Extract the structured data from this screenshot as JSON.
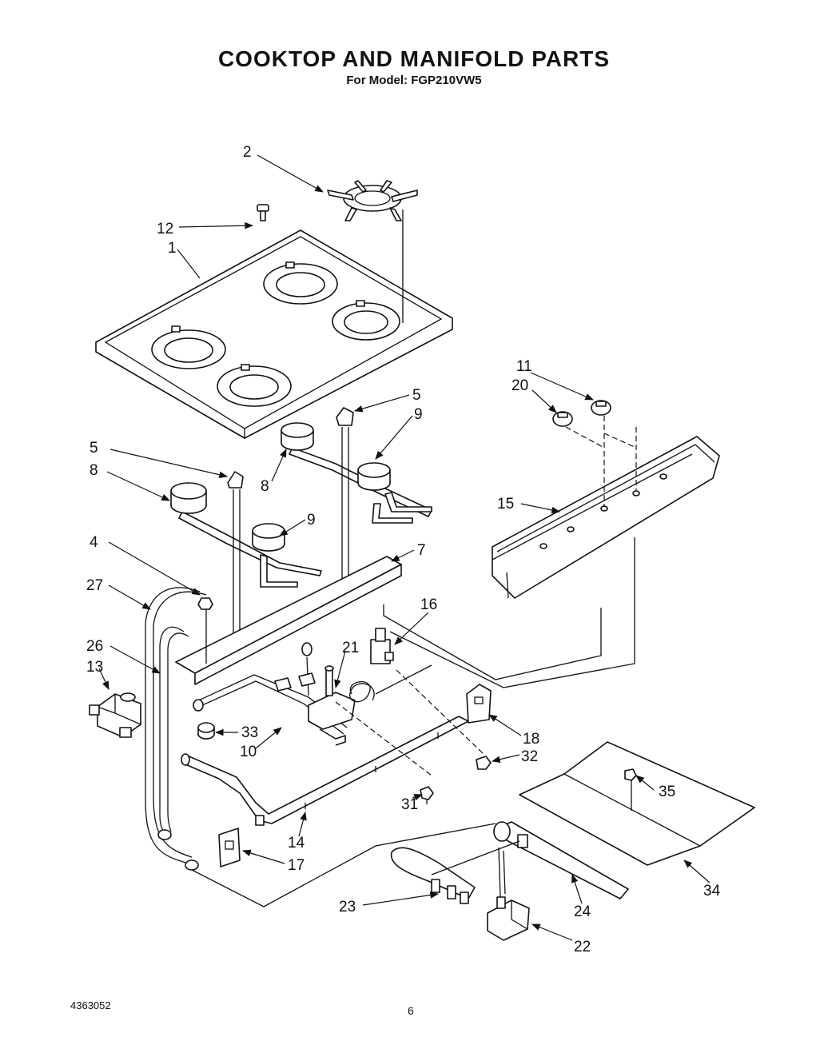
{
  "header": {
    "title": "COOKTOP AND MANIFOLD PARTS",
    "subtitle": "For Model: FGP210VW5"
  },
  "footer": {
    "doc_number": "4363052",
    "page_number": "6"
  },
  "callouts": {
    "c1": "1",
    "c2": "2",
    "c4": "4",
    "c5a": "5",
    "c5b": "5",
    "c7": "7",
    "c8a": "8",
    "c8b": "8",
    "c9a": "9",
    "c9b": "9",
    "c10": "10",
    "c11": "11",
    "c12": "12",
    "c13": "13",
    "c14": "14",
    "c15": "15",
    "c16": "16",
    "c17": "17",
    "c18": "18",
    "c20": "20",
    "c21": "21",
    "c22": "22",
    "c23": "23",
    "c24": "24",
    "c26": "26",
    "c27": "27",
    "c31": "31",
    "c32": "32",
    "c33": "33",
    "c34": "34",
    "c35": "35"
  }
}
